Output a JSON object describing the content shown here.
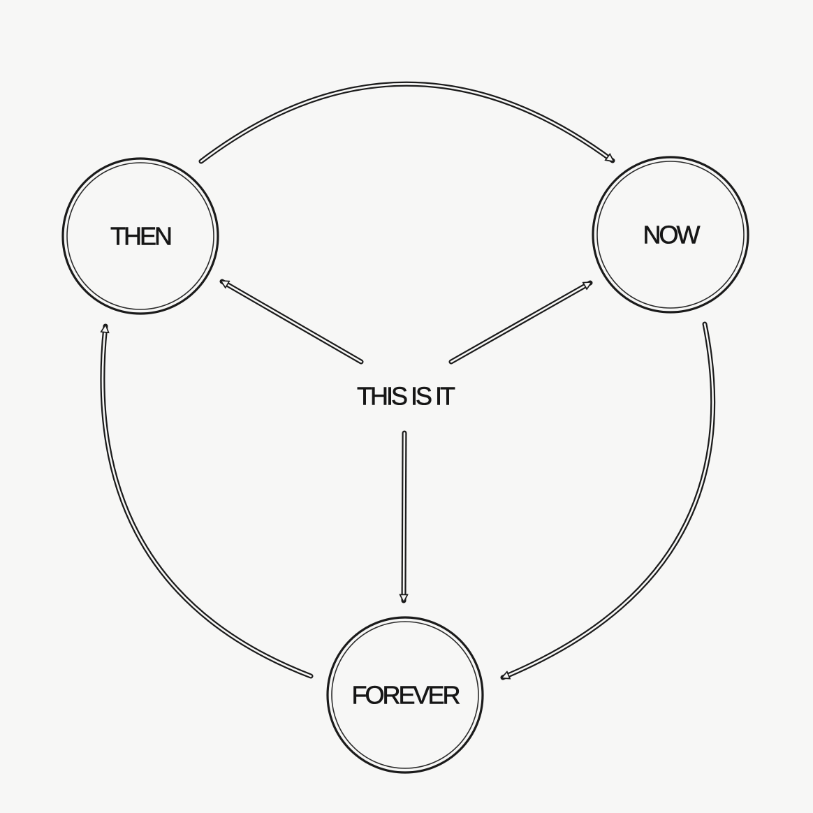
{
  "diagram": {
    "nodes": {
      "then": "THEN",
      "now": "NOW",
      "forever": "FOREVER"
    },
    "center": "THIS IS IT",
    "edges": [
      {
        "from": "THEN",
        "to": "NOW"
      },
      {
        "from": "NOW",
        "to": "FOREVER"
      },
      {
        "from": "FOREVER",
        "to": "THEN"
      },
      {
        "from": "THIS IS IT",
        "to": "THEN"
      },
      {
        "from": "THIS IS IT",
        "to": "NOW"
      },
      {
        "from": "THIS IS IT",
        "to": "FOREVER"
      }
    ],
    "colors": {
      "ink": "#1b1b1b",
      "paper": "#f7f7f6"
    }
  }
}
